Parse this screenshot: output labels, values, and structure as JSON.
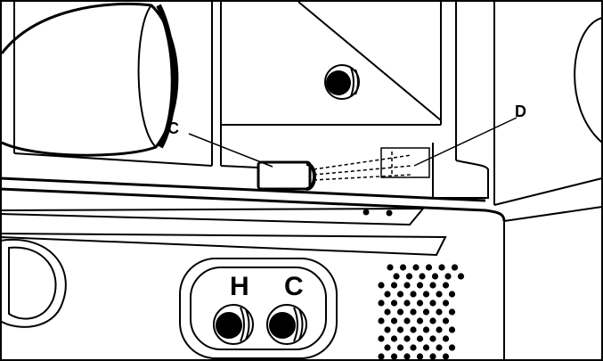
{
  "diagram": {
    "callouts": {
      "c": "C",
      "d": "D"
    },
    "panel_labels": {
      "hot": "H",
      "cold": "C"
    }
  },
  "colors": {
    "ink": "#000000",
    "paper": "#ffffff"
  }
}
